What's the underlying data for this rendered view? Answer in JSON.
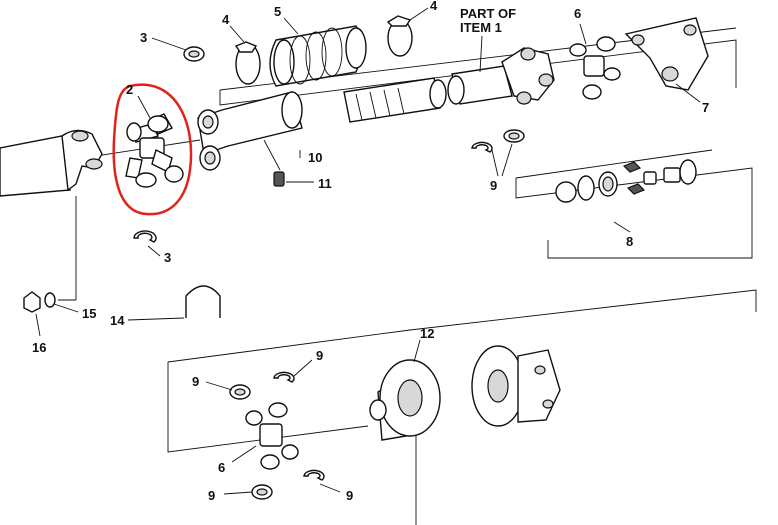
{
  "highlight_color": "#e2231a",
  "callouts": {
    "c2": "2",
    "c3_top": "3",
    "c3_bottom": "3",
    "c4_left": "4",
    "c4_right": "4",
    "c5": "5",
    "c6_top": "6",
    "c6_bottom": "6",
    "c7": "7",
    "c8": "8",
    "c9_a": "9",
    "c9_b": "9",
    "c9_c": "9",
    "c9_d": "9",
    "c9_e": "9",
    "c10": "10",
    "c11": "11",
    "c12": "12",
    "c14": "14",
    "c15": "15",
    "c16": "16"
  },
  "part_of_label": {
    "line1": "PART OF",
    "line2": "ITEM 1"
  }
}
